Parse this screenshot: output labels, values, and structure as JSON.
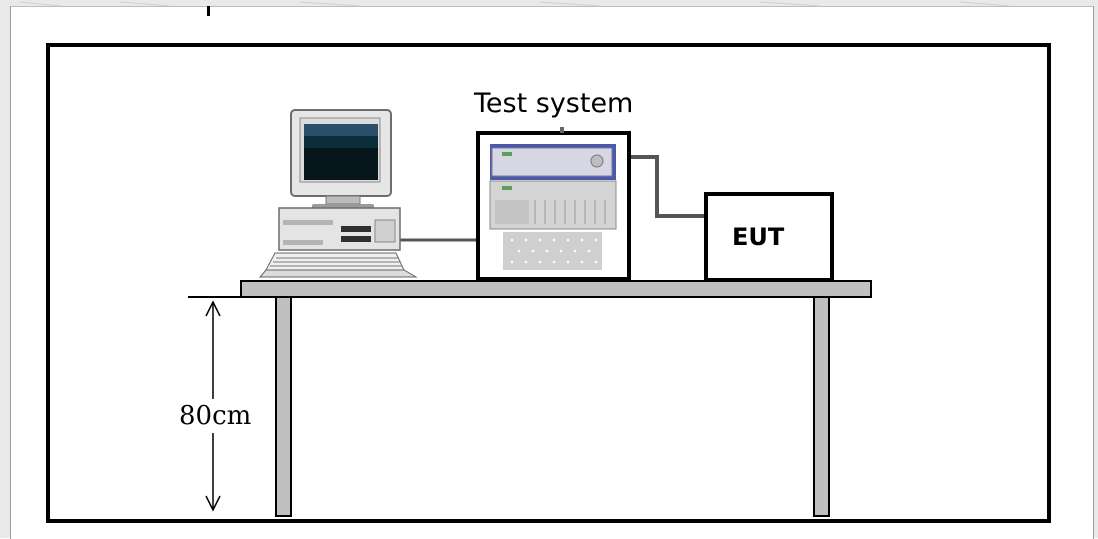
{
  "diagram": {
    "system_label": "Test system",
    "device_label": "EUT",
    "height_label": "80cm"
  },
  "colors": {
    "frame": "#000000",
    "table_fill": "#c0c0c0",
    "cable": "#555555",
    "monitor_screen": "#0b2f38",
    "rack_top": "#4a5aa8",
    "rack_body": "#d7d7d7"
  }
}
